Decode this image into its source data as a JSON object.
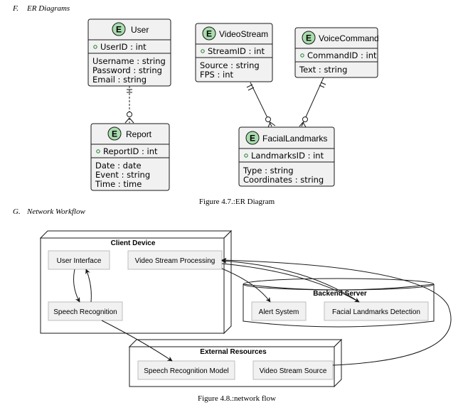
{
  "er_section": {
    "heading_letter": "F.",
    "heading_text": "ER Diagrams",
    "caption": "Figure 4.7.:ER Diagram",
    "entities": {
      "user": {
        "badge": "E",
        "name": "User",
        "pk": "UserID : int",
        "fields": [
          "Username : string",
          "Password : string",
          "Email : string"
        ]
      },
      "video": {
        "badge": "E",
        "name": "VideoStream",
        "pk": "StreamID : int",
        "fields": [
          "Source : string",
          "FPS : int"
        ]
      },
      "voice": {
        "badge": "E",
        "name": "VoiceCommand",
        "pk": "CommandID : int",
        "fields": [
          "Text : string"
        ]
      },
      "report": {
        "badge": "E",
        "name": "Report",
        "pk": "ReportID : int",
        "fields": [
          "Date : date",
          "Event : string",
          "Time : time"
        ]
      },
      "facial": {
        "badge": "E",
        "name": "FacialLandmarks",
        "pk": "LandmarksID : int",
        "fields": [
          "Type : string",
          "Coordinates : string"
        ]
      }
    },
    "key_marker": "o"
  },
  "network_section": {
    "heading_letter": "G.",
    "heading_text": "Network Workflow",
    "caption": "Figure 4.8.:network flow",
    "client_device": {
      "title": "Client Device",
      "nodes": {
        "ui": "User Interface",
        "vsp": "Video Stream Processing",
        "sr": "Speech Recognition"
      }
    },
    "backend_server": {
      "title": "Backend Server",
      "nodes": {
        "alert": "Alert System",
        "fld": "Facial Landmarks Detection"
      }
    },
    "external_resources": {
      "title": "External Resources",
      "nodes": {
        "srm": "Speech Recognition Model",
        "vss": "Video Stream Source"
      }
    }
  },
  "colors": {
    "entity_fill": "#f1f1f1",
    "entity_border": "#181818",
    "badge_fill": "#a9dcae",
    "node_fill": "#f1f1f1",
    "node_border": "#bdbdbd",
    "line": "#181818"
  }
}
